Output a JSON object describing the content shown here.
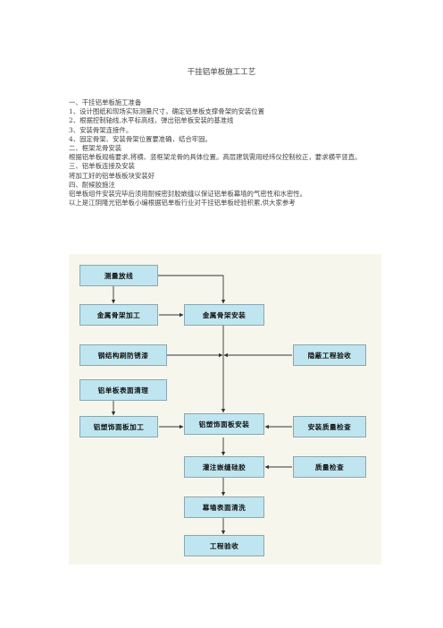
{
  "document": {
    "title": "干挂铝单板施工工艺",
    "lines": [
      "一、干挂铝单板施工准备",
      "1、设计图纸和现场实际测量尺寸，确定铝单板支撑骨架的安装位置",
      "2、根据控制轴线,水平标高线，弹出铝单板安装的基准线",
      "3、安装骨架连接件。",
      "4、固定骨架、安装骨架位置要准确，结合牢固。",
      "二、框架龙骨安装",
      "根据铝单板规格要求,将横、竖框架龙骨的具体位置。高层建筑需用经纬仪控制校正，要求横平竖直。",
      "三、铝单板连接及安装",
      "将加工好的铝单板板块安装好",
      "四、耐候胶施注",
      "铝单板组件安装完毕后须用耐候密封胶嵌缝以保证铝单板幕墙的气密性和水密性。",
      "以上是江阴隆光铝单板小编根据铝单板行业对干挂铝单板经验积累,供大家参考"
    ]
  },
  "flowchart": {
    "nodes": {
      "measure": "测量放线",
      "metal_frame_process": "金属骨架加工",
      "metal_frame_install": "金属骨架安装",
      "steel_rust": "钢结构刷防锈漆",
      "hidden_accept": "隐蔽工程验收",
      "surface_clean": "铝单板表面清理",
      "panel_process": "铝塑饰面板加工",
      "panel_install": "铝塑饰面板安装",
      "install_quality": "安装质量检查",
      "sealant": "灌注嵌缝硅胶",
      "quality_check": "质量检查",
      "wall_clean": "幕墙表面清洗",
      "acceptance": "工程验收"
    },
    "colors": {
      "box_fill": "#bfe6f0",
      "box_border": "#8aa7b0",
      "background": "#f7f6ec",
      "line": "#333333"
    }
  }
}
